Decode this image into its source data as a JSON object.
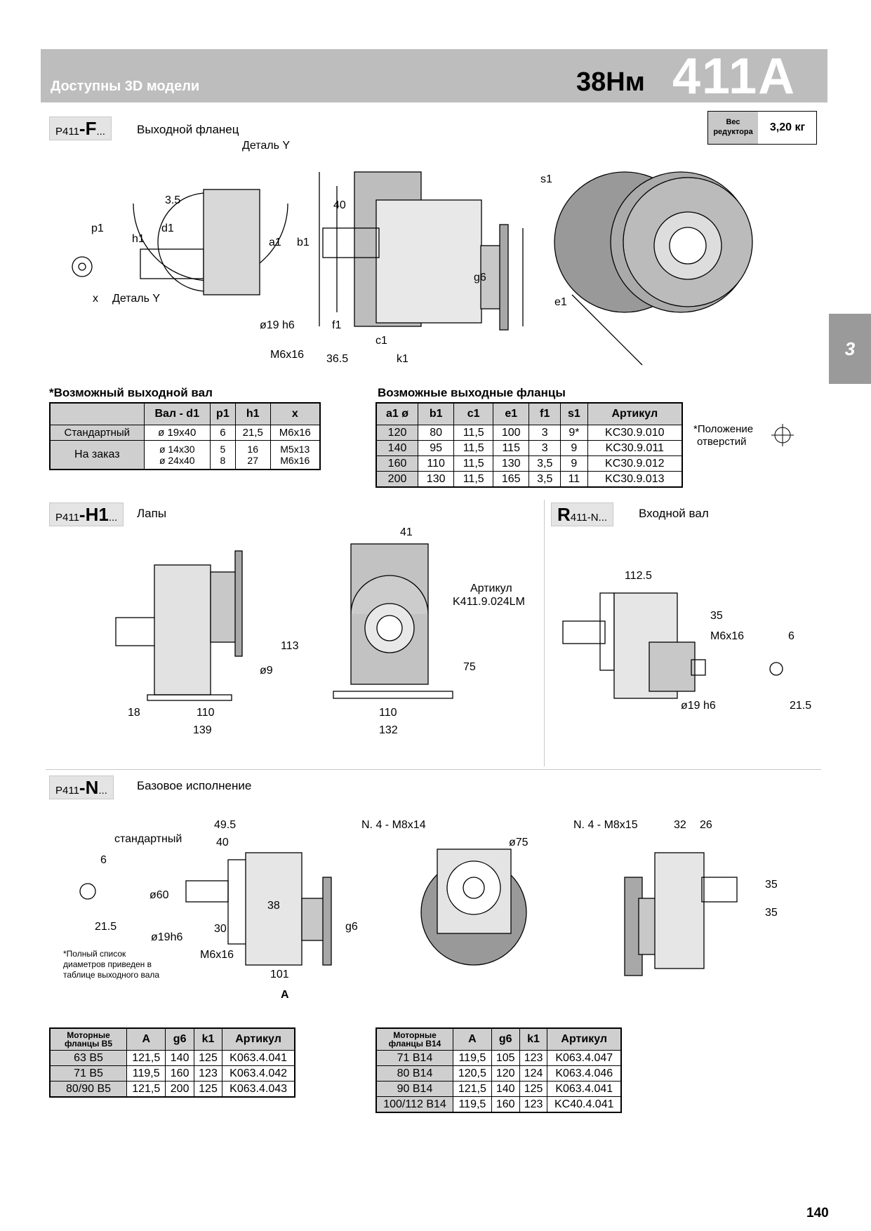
{
  "header": {
    "subtitle": "Доступны 3D модели",
    "torque": "38Нм",
    "model": "411A"
  },
  "weight": {
    "label_line1": "Вес",
    "label_line2": "редуктора",
    "value": "3,20 кг"
  },
  "side_tab": "3",
  "section_f": {
    "code_prefix": "P411",
    "code_main": "-F",
    "code_suffix": "...",
    "caption": "Выходной фланец"
  },
  "section_h1": {
    "code_prefix": "P411",
    "code_main": "-H1",
    "code_suffix": "...",
    "caption": "Лапы"
  },
  "section_r": {
    "code_main": "R",
    "code_prefix": "411",
    "code_suffix": "-N...",
    "caption": "Входной вал"
  },
  "section_n": {
    "code_prefix": "P411",
    "code_main": "-N",
    "code_suffix": "...",
    "caption": "Базовое исполнение"
  },
  "drawing_labels": {
    "f": [
      "Деталь Y",
      "3.5",
      "40",
      "p1",
      "d1",
      "h1",
      "x",
      "Деталь Y",
      "a1",
      "b1",
      "g6",
      "ø19 h6",
      "f1",
      "c1",
      "M6x16",
      "36.5",
      "k1",
      "s1",
      "e1"
    ],
    "h1": [
      "41",
      "Артикул",
      "K411.9.024LM",
      "113",
      "ø9",
      "75",
      "18",
      "110",
      "139",
      "110",
      "132"
    ],
    "r": [
      "112.5",
      "35",
      "M6x16",
      "6",
      "ø19 h6",
      "21.5"
    ],
    "n": [
      "49.5",
      "стандартный",
      "40",
      "6",
      "ø60",
      "38",
      "g6",
      "21.5",
      "ø19h6",
      "30",
      "M6x16",
      "101",
      "A",
      "N. 4 - M8x14",
      "ø75",
      "N. 4 - M8x15",
      "32",
      "26",
      "35",
      "35"
    ]
  },
  "footnote_n": [
    "*Полный список",
    "диаметров приведен в",
    "таблице выходного вала"
  ],
  "shaft_table": {
    "title": "*Возможный выходной вал",
    "headers": [
      "",
      "Вал - d1",
      "p1",
      "h1",
      "x"
    ],
    "rows": [
      [
        "Стандартный",
        "ø 19x40",
        "6",
        "21,5",
        "M6x16"
      ],
      [
        "На заказ",
        "ø 14x30\nø 24x40",
        "5\n8",
        "16\n27",
        "M5x13\nM6x16"
      ]
    ]
  },
  "flange_table": {
    "title": "Возможные выходные фланцы",
    "headers": [
      "a1 ø",
      "b1",
      "c1",
      "e1",
      "f1",
      "s1",
      "Артикул"
    ],
    "rows": [
      [
        "120",
        "80",
        "11,5",
        "100",
        "3",
        "9*",
        "KC30.9.010"
      ],
      [
        "140",
        "95",
        "11,5",
        "115",
        "3",
        "9",
        "KC30.9.011"
      ],
      [
        "160",
        "110",
        "11,5",
        "130",
        "3,5",
        "9",
        "KC30.9.012"
      ],
      [
        "200",
        "130",
        "11,5",
        "165",
        "3,5",
        "11",
        "KC30.9.013"
      ]
    ],
    "note": [
      "*Положение",
      "отверстий"
    ]
  },
  "b5_table": {
    "headers": [
      "Моторные фланцы B5",
      "A",
      "g6",
      "k1",
      "Артикул"
    ],
    "rows": [
      [
        "63 B5",
        "121,5",
        "140",
        "125",
        "K063.4.041"
      ],
      [
        "71 B5",
        "119,5",
        "160",
        "123",
        "K063.4.042"
      ],
      [
        "80/90 B5",
        "121,5",
        "200",
        "125",
        "K063.4.043"
      ]
    ]
  },
  "b14_table": {
    "headers": [
      "Моторные фланцы B14",
      "A",
      "g6",
      "k1",
      "Артикул"
    ],
    "rows": [
      [
        "71 B14",
        "119,5",
        "105",
        "123",
        "K063.4.047"
      ],
      [
        "80 B14",
        "120,5",
        "120",
        "124",
        "K063.4.046"
      ],
      [
        "90 B14",
        "121,5",
        "140",
        "125",
        "K063.4.041"
      ],
      [
        "100/112 B14",
        "119,5",
        "160",
        "123",
        "KC40.4.041"
      ]
    ]
  },
  "page_number": "140"
}
